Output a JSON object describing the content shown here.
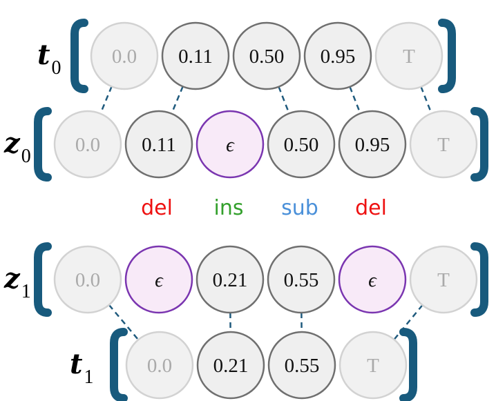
{
  "colors": {
    "bracket": "#185a7d",
    "connector": "#1f5a7d",
    "node_fill": "#efefef",
    "node_stroke_dark": "#6f6f6f",
    "node_stroke_light": "#d2d2d2",
    "text_dark": "#111111",
    "text_muted": "#aaaaaa",
    "eps_fill": "#f8eaf8",
    "eps_stroke": "#7a35b0",
    "op_del": "#ee1111",
    "op_ins": "#33a02c",
    "op_sub": "#4a90d9"
  },
  "rows": [
    {
      "label": {
        "main": "t",
        "sub": "0"
      },
      "nodes": [
        {
          "text": "0.0",
          "kind": "boundary"
        },
        {
          "text": "0.11",
          "kind": "value"
        },
        {
          "text": "0.50",
          "kind": "value"
        },
        {
          "text": "0.95",
          "kind": "value"
        },
        {
          "text": "T",
          "kind": "boundary"
        }
      ]
    },
    {
      "label": {
        "main": "z",
        "sub": "0"
      },
      "nodes": [
        {
          "text": "0.0",
          "kind": "boundary"
        },
        {
          "text": "0.11",
          "kind": "value"
        },
        {
          "text": "ϵ",
          "kind": "epsilon"
        },
        {
          "text": "0.50",
          "kind": "value"
        },
        {
          "text": "0.95",
          "kind": "value"
        },
        {
          "text": "T",
          "kind": "boundary"
        }
      ]
    },
    {
      "label": {
        "main": "z",
        "sub": "1"
      },
      "nodes": [
        {
          "text": "0.0",
          "kind": "boundary"
        },
        {
          "text": "ϵ",
          "kind": "epsilon"
        },
        {
          "text": "0.21",
          "kind": "value"
        },
        {
          "text": "0.55",
          "kind": "value"
        },
        {
          "text": "ϵ",
          "kind": "epsilon"
        },
        {
          "text": "T",
          "kind": "boundary"
        }
      ]
    },
    {
      "label": {
        "main": "t",
        "sub": "1"
      },
      "nodes": [
        {
          "text": "0.0",
          "kind": "boundary"
        },
        {
          "text": "0.21",
          "kind": "value"
        },
        {
          "text": "0.55",
          "kind": "value"
        },
        {
          "text": "T",
          "kind": "boundary"
        }
      ]
    }
  ],
  "operations": [
    {
      "text": "del",
      "color_key": "op_del"
    },
    {
      "text": "ins",
      "color_key": "op_ins"
    },
    {
      "text": "sub",
      "color_key": "op_sub"
    },
    {
      "text": "del",
      "color_key": "op_del"
    }
  ],
  "connections": [
    {
      "from_row": 0,
      "from_node": 0,
      "to_row": 1,
      "to_node": 0
    },
    {
      "from_row": 0,
      "from_node": 1,
      "to_row": 1,
      "to_node": 1
    },
    {
      "from_row": 0,
      "from_node": 2,
      "to_row": 1,
      "to_node": 3
    },
    {
      "from_row": 0,
      "from_node": 3,
      "to_row": 1,
      "to_node": 4
    },
    {
      "from_row": 0,
      "from_node": 4,
      "to_row": 1,
      "to_node": 5
    },
    {
      "from_row": 2,
      "from_node": 0,
      "to_row": 3,
      "to_node": 0
    },
    {
      "from_row": 2,
      "from_node": 2,
      "to_row": 3,
      "to_node": 1
    },
    {
      "from_row": 2,
      "from_node": 3,
      "to_row": 3,
      "to_node": 2
    },
    {
      "from_row": 2,
      "from_node": 5,
      "to_row": 3,
      "to_node": 3
    }
  ]
}
